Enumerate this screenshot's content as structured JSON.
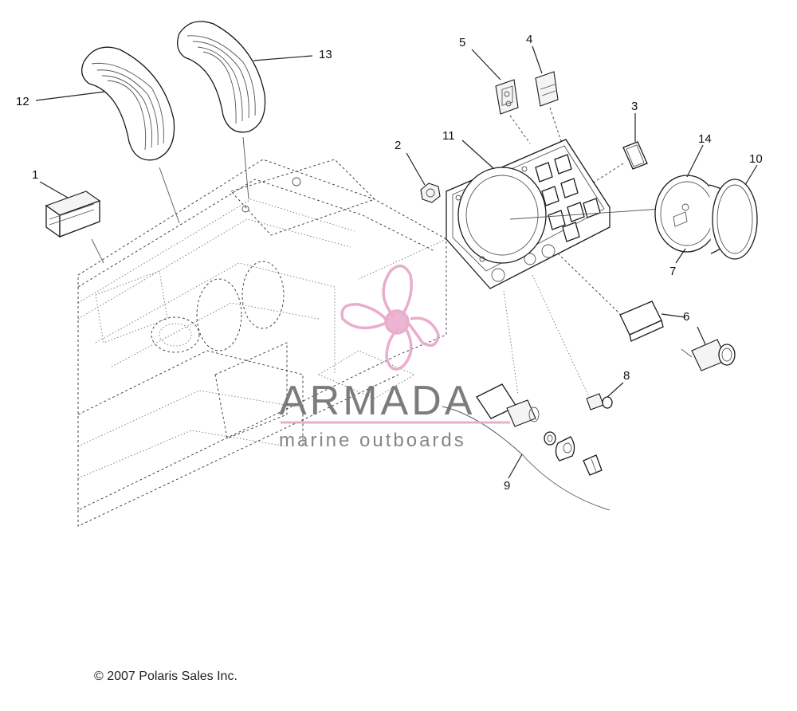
{
  "callouts": [
    {
      "id": "1",
      "label": "1"
    },
    {
      "id": "2",
      "label": "2"
    },
    {
      "id": "3",
      "label": "3"
    },
    {
      "id": "4",
      "label": "4"
    },
    {
      "id": "5",
      "label": "5"
    },
    {
      "id": "6",
      "label": "6"
    },
    {
      "id": "7",
      "label": "7"
    },
    {
      "id": "8",
      "label": "8"
    },
    {
      "id": "9",
      "label": "9"
    },
    {
      "id": "10",
      "label": "10"
    },
    {
      "id": "11",
      "label": "11"
    },
    {
      "id": "12",
      "label": "12"
    },
    {
      "id": "13",
      "label": "13"
    },
    {
      "id": "14",
      "label": "14"
    }
  ],
  "watermark": {
    "brand": "ARMADA",
    "tagline": "marine outboards",
    "logo": "propeller-logo",
    "logo_color": "#e8a5c8"
  },
  "copyright": "© 2007 Polaris Sales Inc."
}
